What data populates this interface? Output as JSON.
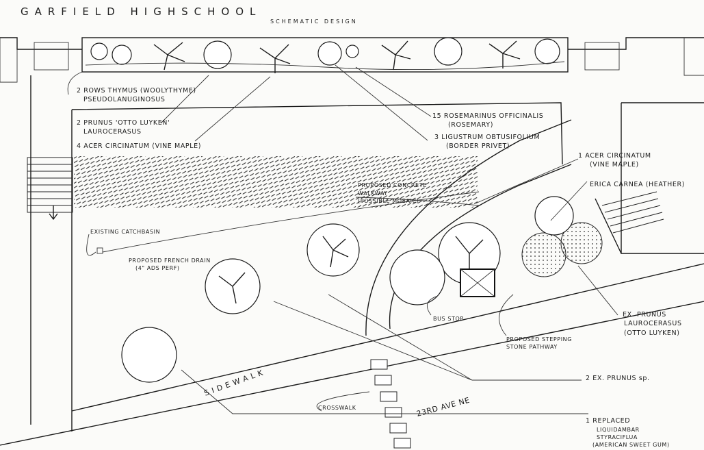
{
  "title": "GARFIELD HIGHSCHOOL",
  "subtitle": "SCHEMATIC DESIGN",
  "labels": {
    "thymus_1": "2 ROWS THYMUS (WOOLYTHYME)",
    "thymus_2": "PSEUDOLANUGINOSUS",
    "prunus_1": "2 PRUNUS 'OTTO LUYKEN'",
    "prunus_2": "LAUROCERASUS",
    "acer_left": "4 ACER CIRCINATUM (VINE MAPLE)",
    "rosemary_1": "15 ROSEMARINUS OFFICINALIS",
    "rosemary_2": "(ROSEMARY)",
    "ligustrum_1": "3 LIGUSTRUM OBTUSIFOLIUM",
    "ligustrum_2": "(BORDER PRIVET)",
    "acer_right_1": "1 ACER CIRCINATUM",
    "acer_right_2": "(VINE MAPLE)",
    "erica": "ERICA CARNEA (HEATHER)",
    "walkway_1": "PROPOSED CONCRETE",
    "walkway_2": "WALKWAY",
    "walkway_3": "(POSSIBLE MOSAIC)",
    "catchbasin": "EXISTING CATCHBASIN",
    "drain_1": "PROPOSED FRENCH DRAIN",
    "drain_2": "(4\" ADS PERF)",
    "bus_stop": "BUS STOP",
    "ex_prunus_1": "EX. PRUNUS",
    "ex_prunus_2": "LAUROCERASUS",
    "ex_prunus_3": "(OTTO LUYKEN)",
    "stepping_1": "PROPOSED STEPPING",
    "stepping_2": "STONE PATHWAY",
    "sidewalk": "S I D E W A L K",
    "ex_prunus_sp": "2 EX. PRUNUS sp.",
    "crosswalk": "CROSSWALK",
    "street": "23RD AVE NE",
    "liquidambar_1": "1 REPLACED",
    "liquidambar_2": "LIQUIDAMBAR",
    "liquidambar_3": "STYRACIFLUA",
    "liquidambar_4": "(AMERICAN SWEET GUM)"
  }
}
